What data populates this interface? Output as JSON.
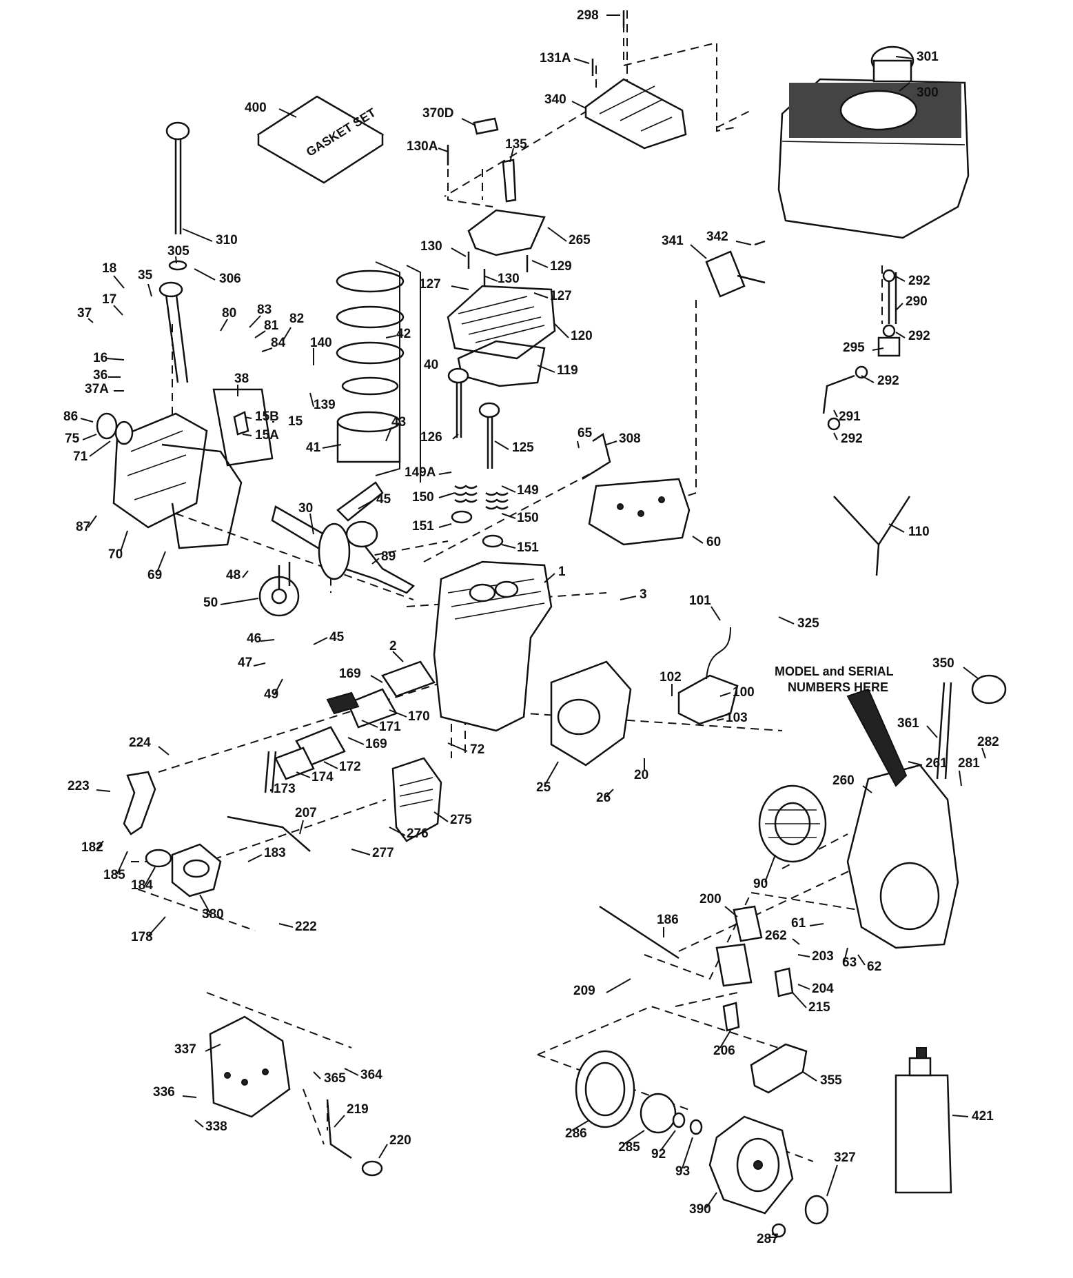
{
  "diagram": {
    "kit_label": "GASKET SET",
    "model_note_line1": "MODEL and SERIAL",
    "model_note_line2": "NUMBERS HERE"
  },
  "parts": [
    {
      "id": "298",
      "label": "298"
    },
    {
      "id": "301",
      "label": "301"
    },
    {
      "id": "300",
      "label": "300"
    },
    {
      "id": "131a",
      "label": "131A"
    },
    {
      "id": "340",
      "label": "340"
    },
    {
      "id": "400",
      "label": "400"
    },
    {
      "id": "370d",
      "label": "370D"
    },
    {
      "id": "135",
      "label": "135"
    },
    {
      "id": "130a",
      "label": "130A"
    },
    {
      "id": "265",
      "label": "265"
    },
    {
      "id": "310",
      "label": "310"
    },
    {
      "id": "305",
      "label": "305"
    },
    {
      "id": "306",
      "label": "306"
    },
    {
      "id": "130-top",
      "label": "130"
    },
    {
      "id": "129",
      "label": "129"
    },
    {
      "id": "341",
      "label": "341"
    },
    {
      "id": "342",
      "label": "342"
    },
    {
      "id": "127-left",
      "label": "127"
    },
    {
      "id": "130-mid",
      "label": "130"
    },
    {
      "id": "127-right",
      "label": "127"
    },
    {
      "id": "292-a",
      "label": "292"
    },
    {
      "id": "290",
      "label": "290"
    },
    {
      "id": "18",
      "label": "18"
    },
    {
      "id": "35",
      "label": "35"
    },
    {
      "id": "17",
      "label": "17"
    },
    {
      "id": "37",
      "label": "37"
    },
    {
      "id": "80",
      "label": "80"
    },
    {
      "id": "83",
      "label": "83"
    },
    {
      "id": "81",
      "label": "81"
    },
    {
      "id": "84",
      "label": "84"
    },
    {
      "id": "82",
      "label": "82"
    },
    {
      "id": "42",
      "label": "42"
    },
    {
      "id": "120",
      "label": "120"
    },
    {
      "id": "292-b",
      "label": "292"
    },
    {
      "id": "140",
      "label": "140"
    },
    {
      "id": "16",
      "label": "16"
    },
    {
      "id": "295",
      "label": "295"
    },
    {
      "id": "40",
      "label": "40"
    },
    {
      "id": "119",
      "label": "119"
    },
    {
      "id": "36",
      "label": "36"
    },
    {
      "id": "292-c",
      "label": "292"
    },
    {
      "id": "38",
      "label": "38"
    },
    {
      "id": "37a",
      "label": "37A"
    },
    {
      "id": "139",
      "label": "139"
    },
    {
      "id": "86",
      "label": "86"
    },
    {
      "id": "15b",
      "label": "15B"
    },
    {
      "id": "15",
      "label": "15"
    },
    {
      "id": "291",
      "label": "291"
    },
    {
      "id": "43",
      "label": "43"
    },
    {
      "id": "75",
      "label": "75"
    },
    {
      "id": "15a",
      "label": "15A"
    },
    {
      "id": "126",
      "label": "126"
    },
    {
      "id": "65",
      "label": "65"
    },
    {
      "id": "308",
      "label": "308"
    },
    {
      "id": "292-d",
      "label": "292"
    },
    {
      "id": "71",
      "label": "71"
    },
    {
      "id": "41",
      "label": "41"
    },
    {
      "id": "125",
      "label": "125"
    },
    {
      "id": "149a",
      "label": "149A"
    },
    {
      "id": "149",
      "label": "149"
    },
    {
      "id": "45-top",
      "label": "45"
    },
    {
      "id": "150-left",
      "label": "150"
    },
    {
      "id": "87",
      "label": "87"
    },
    {
      "id": "30",
      "label": "30"
    },
    {
      "id": "151-left",
      "label": "151"
    },
    {
      "id": "150-right",
      "label": "150"
    },
    {
      "id": "110",
      "label": "110"
    },
    {
      "id": "70",
      "label": "70"
    },
    {
      "id": "151-right",
      "label": "151"
    },
    {
      "id": "60",
      "label": "60"
    },
    {
      "id": "89",
      "label": "89"
    },
    {
      "id": "48",
      "label": "48"
    },
    {
      "id": "69",
      "label": "69"
    },
    {
      "id": "1",
      "label": "1"
    },
    {
      "id": "3",
      "label": "3"
    },
    {
      "id": "50",
      "label": "50"
    },
    {
      "id": "325",
      "label": "325"
    },
    {
      "id": "101",
      "label": "101"
    },
    {
      "id": "45-low",
      "label": "45"
    },
    {
      "id": "46",
      "label": "46"
    },
    {
      "id": "2",
      "label": "2"
    },
    {
      "id": "169-top",
      "label": "169"
    },
    {
      "id": "47",
      "label": "47"
    },
    {
      "id": "350",
      "label": "350"
    },
    {
      "id": "102",
      "label": "102"
    },
    {
      "id": "100",
      "label": "100"
    },
    {
      "id": "49",
      "label": "49"
    },
    {
      "id": "103",
      "label": "103"
    },
    {
      "id": "361",
      "label": "361"
    },
    {
      "id": "171",
      "label": "171"
    },
    {
      "id": "170",
      "label": "170"
    },
    {
      "id": "224",
      "label": "224"
    },
    {
      "id": "169-low",
      "label": "169"
    },
    {
      "id": "282",
      "label": "282"
    },
    {
      "id": "72",
      "label": "72"
    },
    {
      "id": "261",
      "label": "261"
    },
    {
      "id": "281",
      "label": "281"
    },
    {
      "id": "172",
      "label": "172"
    },
    {
      "id": "174",
      "label": "174"
    },
    {
      "id": "20",
      "label": "20"
    },
    {
      "id": "223",
      "label": "223"
    },
    {
      "id": "173",
      "label": "173"
    },
    {
      "id": "25",
      "label": "25"
    },
    {
      "id": "26",
      "label": "26"
    },
    {
      "id": "260",
      "label": "260"
    },
    {
      "id": "275",
      "label": "275"
    },
    {
      "id": "207",
      "label": "207"
    },
    {
      "id": "182",
      "label": "182"
    },
    {
      "id": "276",
      "label": "276"
    },
    {
      "id": "277",
      "label": "277"
    },
    {
      "id": "185",
      "label": "185"
    },
    {
      "id": "183",
      "label": "183"
    },
    {
      "id": "184",
      "label": "184"
    },
    {
      "id": "90",
      "label": "90"
    },
    {
      "id": "200",
      "label": "200"
    },
    {
      "id": "380",
      "label": "380"
    },
    {
      "id": "186",
      "label": "186"
    },
    {
      "id": "61",
      "label": "61"
    },
    {
      "id": "222",
      "label": "222"
    },
    {
      "id": "262",
      "label": "262"
    },
    {
      "id": "178",
      "label": "178"
    },
    {
      "id": "203",
      "label": "203"
    },
    {
      "id": "63",
      "label": "63"
    },
    {
      "id": "62",
      "label": "62"
    },
    {
      "id": "209",
      "label": "209"
    },
    {
      "id": "204",
      "label": "204"
    },
    {
      "id": "215",
      "label": "215"
    },
    {
      "id": "206",
      "label": "206"
    },
    {
      "id": "337",
      "label": "337"
    },
    {
      "id": "364",
      "label": "364"
    },
    {
      "id": "365",
      "label": "365"
    },
    {
      "id": "355",
      "label": "355"
    },
    {
      "id": "421",
      "label": "421"
    },
    {
      "id": "336",
      "label": "336"
    },
    {
      "id": "338",
      "label": "338"
    },
    {
      "id": "219",
      "label": "219"
    },
    {
      "id": "220",
      "label": "220"
    },
    {
      "id": "286",
      "label": "286"
    },
    {
      "id": "285",
      "label": "285"
    },
    {
      "id": "92",
      "label": "92"
    },
    {
      "id": "93",
      "label": "93"
    },
    {
      "id": "327",
      "label": "327"
    },
    {
      "id": "390",
      "label": "390"
    },
    {
      "id": "287",
      "label": "287"
    }
  ]
}
